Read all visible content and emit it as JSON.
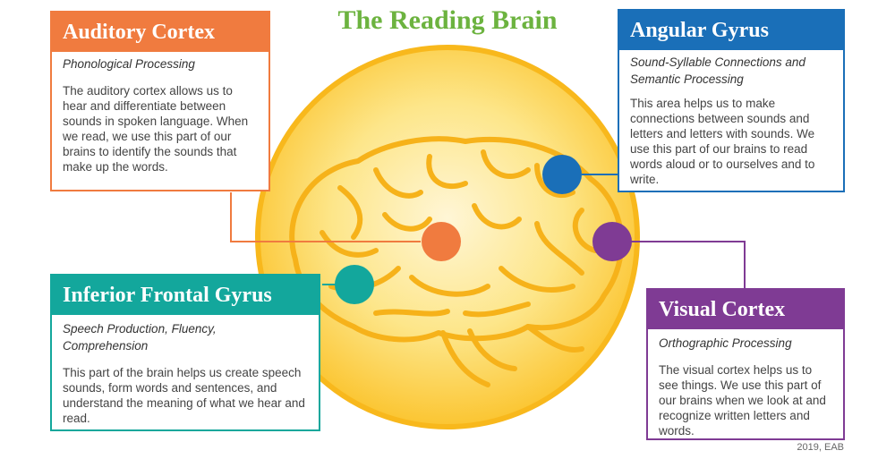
{
  "title": "The Reading Brain",
  "credit": "2019, EAB",
  "colors": {
    "title": "#6cb33f",
    "auditory": "#f07b3f",
    "angular": "#1a6fb8",
    "inferior": "#13a79c",
    "visual": "#7f3b94",
    "sun": "#fcd34d",
    "sun_edge": "#f8b81c"
  },
  "cards": {
    "auditory": {
      "heading": "Auditory Cortex",
      "subheading": "Phonological Processing",
      "body": "The auditory cortex allows us to hear and differentiate  between sounds in spoken language. When we read, we use this part of our brains to identify  the sounds that make up the words."
    },
    "angular": {
      "heading": "Angular Gyrus",
      "subheading": "Sound-Syllable Connections and Semantic Processing",
      "body": "This area helps us to make connections between sounds and letters and letters with sounds. We use this part of our brains to read words aloud or to ourselves and to write."
    },
    "inferior": {
      "heading": "Inferior Frontal Gyrus",
      "subheading": "Speech Production, Fluency, Comprehension",
      "body": "This part of the brain helps us create speech sounds, form words and sentences, and understand the meaning of what we hear and read."
    },
    "visual": {
      "heading": "Visual Cortex",
      "subheading": "Orthographic Processing",
      "body": "The visual cortex helps us to see things. We use this part of our brains when we look at and recognize written letters and words."
    }
  }
}
